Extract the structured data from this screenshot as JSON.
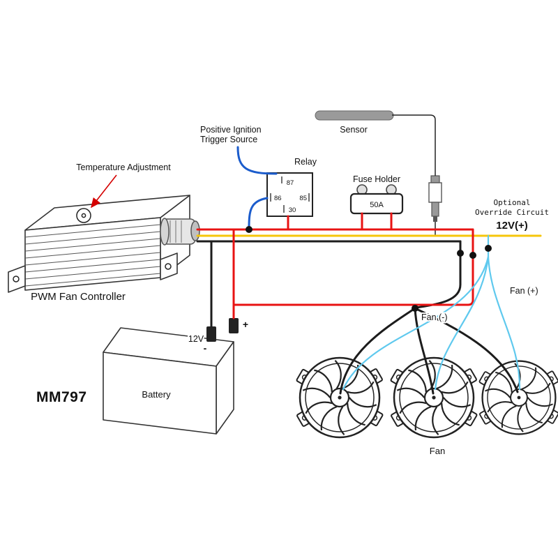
{
  "diagram": {
    "model": "MM797",
    "controller": {
      "label": "PWM Fan Controller",
      "adjustment": "Temperature Adjustment"
    },
    "trigger": {
      "line1": "Positive Ignition",
      "line2": "Trigger Source"
    },
    "relay": {
      "label": "Relay",
      "pin_top": "87",
      "pin_left": "86",
      "pin_right": "85",
      "pin_bottom": "30"
    },
    "sensor": {
      "label": "Sensor"
    },
    "fuse": {
      "label": "Fuse Holder",
      "rating": "50A"
    },
    "override": {
      "line1": "Optional",
      "line2": "Override Circuit",
      "line3": "12V(+)"
    },
    "battery": {
      "label": "Battery",
      "voltage": "12V",
      "plus": "+",
      "minus": "-"
    },
    "fan": {
      "label": "Fan",
      "plus": "Fan (+)",
      "minus": "Fan (-)"
    }
  },
  "colors": {
    "red": "#e81313",
    "yellow": "#f6c60a",
    "blue": "#1b5ccc",
    "cyan": "#5fc9ee",
    "black": "#1c1c1c",
    "sensor_gray": "#9a9a9a",
    "arrow_red": "#d40000"
  }
}
